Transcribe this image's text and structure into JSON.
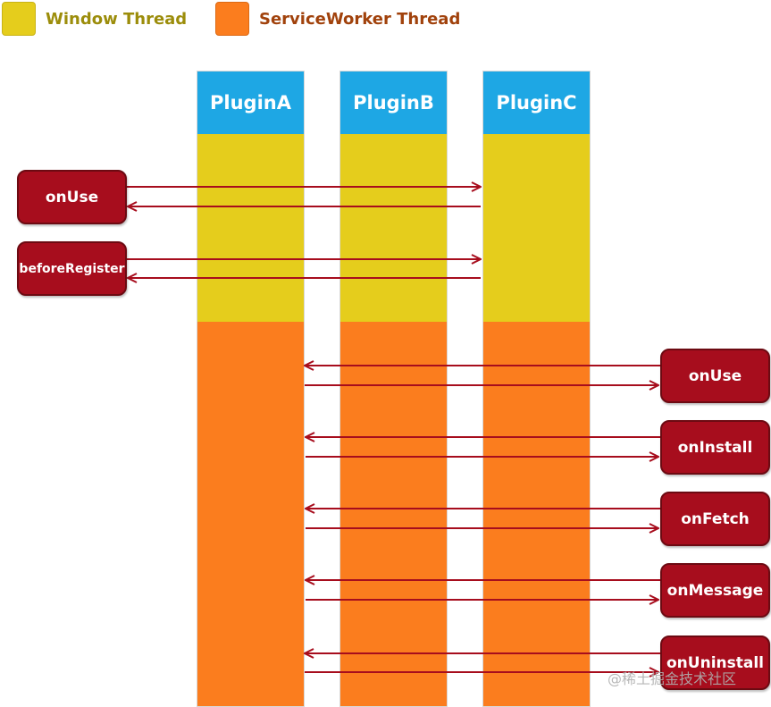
{
  "colors": {
    "window": "#e5cd1c",
    "service_worker": "#fb7d1e",
    "plugin_header": "#1ea7e4",
    "hook_box": "#a70d1d",
    "arrow": "#a70d1d",
    "window_legend_text": "#9c8d0b",
    "sw_legend_text": "#a1420c"
  },
  "legend": {
    "window": "Window Thread",
    "service_worker": "ServiceWorker Thread"
  },
  "plugins": [
    "PluginA",
    "PluginB",
    "PluginC"
  ],
  "window_hooks": [
    "onUse",
    "beforeRegister"
  ],
  "sw_hooks": [
    "onUse",
    "onInstall",
    "onFetch",
    "onMessage",
    "onUninstall"
  ],
  "watermark": "@稀土掘金技术社区"
}
